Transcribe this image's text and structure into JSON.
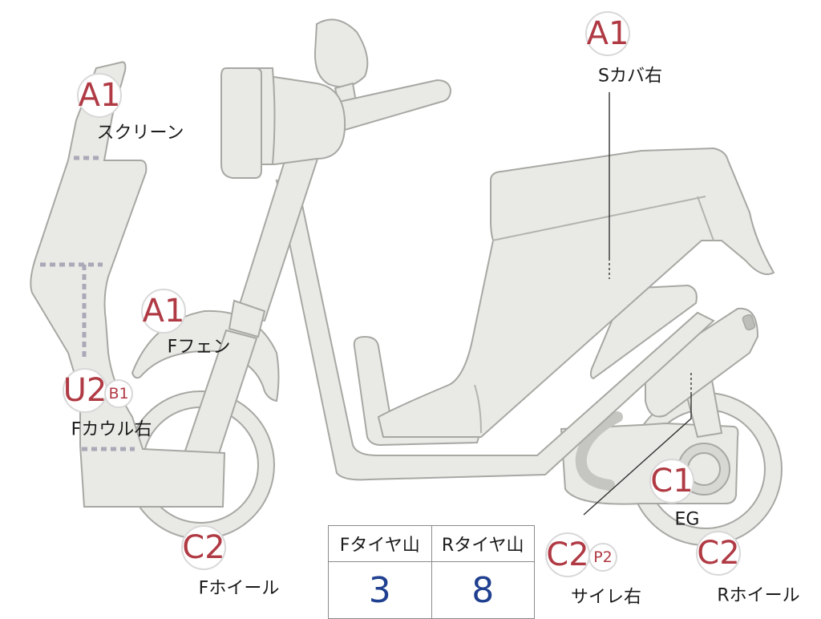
{
  "labels": {
    "screen": {
      "grade": "A1",
      "name": "スクリーン"
    },
    "seat_cover_right": {
      "grade": "A1",
      "name": "Sカバ右"
    },
    "front_fender": {
      "grade": "A1",
      "name": "Fフェン"
    },
    "front_cowl_right": {
      "grade": "U2",
      "sub_grade": "B1",
      "name": "Fカウル右"
    },
    "front_wheel": {
      "grade": "C2",
      "name": "Fホイール"
    },
    "engine": {
      "grade": "C1",
      "name": "EG"
    },
    "muffler_right": {
      "grade": "C2",
      "sub_grade": "P2",
      "name": "サイレ右"
    },
    "rear_wheel": {
      "grade": "C2",
      "name": "Rホイール"
    }
  },
  "tread_table": {
    "headers": [
      "Fタイヤ山",
      "Rタイヤ山"
    ],
    "values": [
      "3",
      "8"
    ]
  },
  "colors": {
    "grade_text": "#b03a44",
    "tread_value_text": "#1f3f8f",
    "body_fill": "#e9e9e6",
    "outline": "#a7a7a3"
  }
}
